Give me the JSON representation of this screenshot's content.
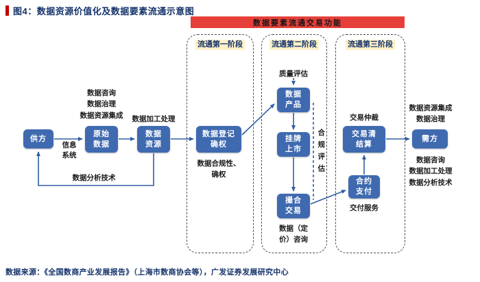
{
  "title": "图4：数据资源价值化及数据要素流通示意图",
  "banner": {
    "label": "数据要素流通交易功能"
  },
  "stages": [
    {
      "label": "流通第一阶段"
    },
    {
      "label": "流通第二阶段"
    },
    {
      "label": "流通第三阶段"
    }
  ],
  "nodes": {
    "supplier": "供方",
    "raw_data": "原始\n数据",
    "data_resource": "数据\n资源",
    "registration": "数据登记\n确权",
    "data_product": "数据\n产品",
    "listing": "挂牌\n上市",
    "matching": "撮合\n交易",
    "contract_payment": "合约\n支付",
    "settlement": "交易清\n结算",
    "demander": "需方"
  },
  "labels": {
    "supplier_services": "数据咨询\n数据治理\n数据资源集成",
    "data_processing": "数据加工处理",
    "info_system": "信息\n系统",
    "data_analysis": "数据分析技术",
    "compliance_confirmation": "数据合规性、\n确权",
    "quality_assessment": "质量评估",
    "compliance_assessment": "合规评估",
    "pricing_consulting": "数据（定\n价）咨询",
    "arbitration": "交易仲裁",
    "delivery_service": "交付服务",
    "demander_services_top": "数据资源集成\n数据治理",
    "demander_services_bottom": "数据咨询\n数据加工处理\n数据分析技术"
  },
  "footer": "数据来源：《全国数商产业发展报告》（上海市数商协会等），广发证券发展研究中心",
  "colors": {
    "title_navy": "#15336b",
    "node_blue": "#3f6ab0",
    "banner_red": "#e63f3a",
    "stage_highlight_yellow": "#fdf0c8",
    "arrow_blue": "#2e5fa3",
    "title_marker_red": "#c00000"
  }
}
